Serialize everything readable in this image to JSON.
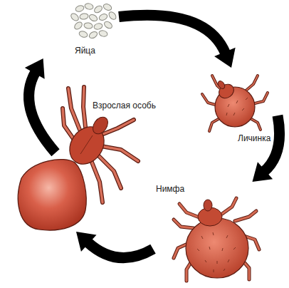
{
  "diagram": {
    "nodes": [
      {
        "text": [
          "Яйца"
        ]
      },
      {
        "text": [
          "Личинка"
        ]
      },
      {
        "text": [
          "Нимфа"
        ]
      },
      {
        "text": [
          "Взрослая особь"
        ]
      }
    ],
    "edges": [
      {
        "from": 0,
        "to": 1,
        "arrow": "to"
      },
      {
        "from": 1,
        "to": 2,
        "arrow": "to"
      },
      {
        "from": 2,
        "to": 3,
        "arrow": "to"
      },
      {
        "from": 3,
        "to": 0,
        "arrow": "to"
      }
    ]
  }
}
